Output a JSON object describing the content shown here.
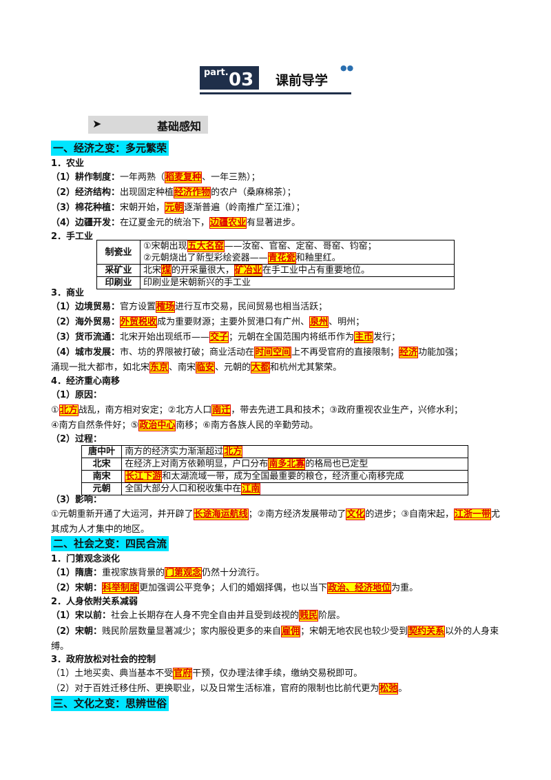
{
  "header": {
    "part": "part.",
    "num": "03",
    "title": "课前导学"
  },
  "basic": {
    "arrow": "➤",
    "title": "基础感知"
  },
  "s1": {
    "title": "一、经济之变：多元繁荣",
    "agri": {
      "title": "1．农业",
      "l1": {
        "k": "（1）耕作制度：",
        "a": "一年两熟（",
        "h": "稻麦复种",
        "b": "、一年三熟）；"
      },
      "l2": {
        "k": "（2）经济结构：",
        "a": "出现固定种植",
        "h": "经济作物",
        "b": "的农户（桑麻棉茶）；"
      },
      "l3": {
        "k": "（3）棉花种植：",
        "a": "宋朝开始，",
        "h": "元朝",
        "b": "逐渐普遍（岭南推广至江淮）；"
      },
      "l4": {
        "k": "（4）边疆开发：",
        "a": "在辽夏金元的统治下，",
        "h": "边疆农业",
        "b": "有显著进步。"
      }
    },
    "craft": {
      "title": "2．手工业",
      "r1": {
        "h": "制瓷业",
        "l1a": "①宋朝出现",
        "l1h": "五大名窑",
        "l1b": "——汝窑、官窑、定窑、哥窑、钧窑；",
        "l2a": "②元朝烧出了新型彩绘瓷器——",
        "l2h": "青花瓷",
        "l2b": "和釉里红。"
      },
      "r2": {
        "h": "采矿业",
        "a": "北宋",
        "h1": "煤",
        "b": "的开采量很大，",
        "h2": "矿冶业",
        "c": "在手工业中占有重要地位。"
      },
      "r3": {
        "h": "印刷业",
        "t": "印刷业是宋朝新兴的手工业"
      }
    },
    "comm": {
      "title": "3．商业",
      "l1": {
        "k": "（1）边境贸易：",
        "a": "官方设置",
        "h": "榷场",
        "b": "进行互市交易，民间贸易也相当活跃；"
      },
      "l2": {
        "k": "（2）海外贸易：",
        "h": "外贸税收",
        "a": "成为重要财源；主要外贸港口有广州、",
        "h2": "泉州",
        "b": "、明州；"
      },
      "l3": {
        "k": "（3）货币流通：",
        "a": "北宋开始出现纸币——",
        "h": "交子",
        "b": "；元朝在全国范围内将纸币作为",
        "h2": "主币",
        "c": "发行；"
      },
      "l4": {
        "k": "（4）城市发展：",
        "a": "市、坊的界限被打破；商业活动在",
        "h": "时间空间",
        "b": "上不再受官府的直接限制；",
        "h2": "经济",
        "c": "功能加强；"
      },
      "l5": {
        "a": "涌现一批大都市，如北宋",
        "h": "东京",
        "b": "、南宋",
        "h2": "临安",
        "c": "、元朝的",
        "h3": "大都",
        "d": "和杭州尤其繁荣。"
      }
    },
    "shift": {
      "title": "4．经济重心南移",
      "reason": "（1）原因：",
      "r1": {
        "a": "①",
        "h": "北方",
        "b": "战乱，南方相对安定；②北方人口",
        "h2": "南迁",
        "c": "，带去先进工具和技术；③政府重视农业生产，兴修水利；"
      },
      "r2": {
        "a": "④南方自然条件好；⑤",
        "h": "政治中心",
        "b": "南移；⑥南方各族人民的辛勤劳动。"
      },
      "process": "（2）过程：",
      "t1": {
        "h": "唐中叶",
        "a": "南方的经济实力渐渐超过",
        "hl": "北方"
      },
      "t2": {
        "h": "北宋",
        "a": "在经济上对南方依赖明显，户口分布",
        "hl": "南多北寡",
        "b": "的格局也已定型"
      },
      "t3": {
        "h": "南宋",
        "hl": "长江下游",
        "a": "和太湖流域一带，成为全国最重要的粮仓，经济重心南移完成"
      },
      "t4": {
        "h": "元朝",
        "a": "全国大部分人口和税收集中在",
        "hl": "江南"
      },
      "impact": "（3）影响：",
      "i1": {
        "a": "①元朝重新开通了大运河，并开辟了",
        "h": "长途海运航线",
        "b": "；②南方经济发展带动了",
        "h2": "文化",
        "c": "的进步；③自南宋起，",
        "h3": "江浙一带",
        "d": "尤其成为人才集中的地区。"
      }
    }
  },
  "s2": {
    "title": "二、社会之变：四民合流",
    "g1": {
      "title": "1．门第观念淡化",
      "l1": {
        "k": "（1）隋唐：",
        "a": "重视家族背景的",
        "h": "门第观念",
        "b": "仍然十分流行。"
      },
      "l2": {
        "k": "（2）宋朝：",
        "h": "科举制度",
        "a": "更加强调公平竞争；人们的婚姻择偶，也以当下",
        "h2": "政治、经济地位",
        "b": "为重。"
      }
    },
    "g2": {
      "title": "2．人身依附关系减弱",
      "l1": {
        "k": "（1）宋以前：",
        "a": "社会上长期存在人身不完全自由并且受到歧视的",
        "h": "贱民",
        "b": "阶层。"
      },
      "l2": {
        "k": "（2）宋朝：",
        "a": "贱民阶层数量显著减少；家内服役更多的来自",
        "h": "雇佣",
        "b": "；宋朝无地农民也较少受到",
        "h2": "契约关系",
        "c": "以外的人身束缚。"
      }
    },
    "g3": {
      "title": "3．政府放松对社会的控制",
      "l1": "（1）土地买卖、典当基本不受",
      "l1h": "官府",
      "l1b": "干预，仅办理法律手续，缴纳交易税即可。",
      "l2": "（2）对于百姓迁移住所、更换职业，以及日常生活标准，官府的限制也比前代更为",
      "l2h": "松弛",
      "l2b": "。"
    }
  },
  "s3": {
    "title": "三、文化之变：思辨世俗"
  }
}
